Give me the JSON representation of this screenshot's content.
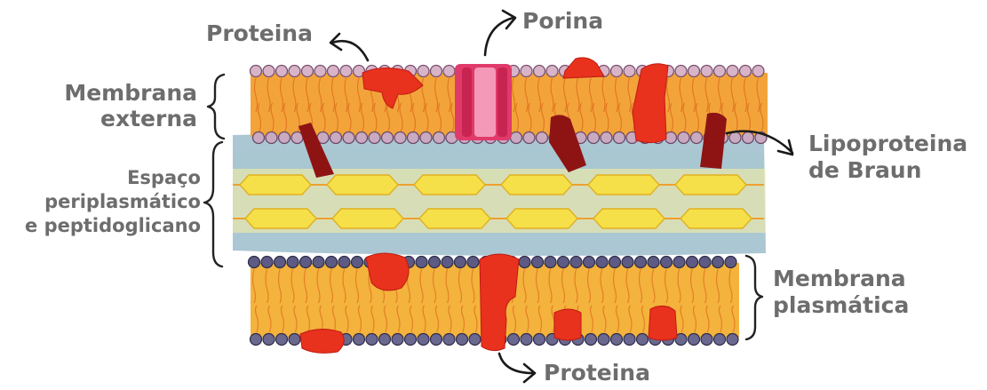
{
  "labels": {
    "protein_top": "Proteina",
    "porin": "Porina",
    "outer_membrane_line1": "Membrana",
    "outer_membrane_line2": "externa",
    "periplasm_line1": "Espaço",
    "periplasm_line2": "periplasmático",
    "periplasm_line3": "e peptidoglicano",
    "lipoprotein_line1": "Lipoproteina",
    "lipoprotein_line2": "de Braun",
    "plasma_membrane_line1": "Membrana",
    "plasma_membrane_line2": "plasmática",
    "protein_bottom": "Proteina"
  },
  "colors": {
    "text": "#6d6d6d",
    "lipid_tail": "#f2a43a",
    "outer_head": "#d8b4c8",
    "inner_head": "#5d5a84",
    "protein": "#e8321e",
    "lipoprotein": "#8e1414",
    "porin": "#e03a6a",
    "periplasm": "#8fb4c4",
    "peptidoglycan": "#f6e04a"
  }
}
